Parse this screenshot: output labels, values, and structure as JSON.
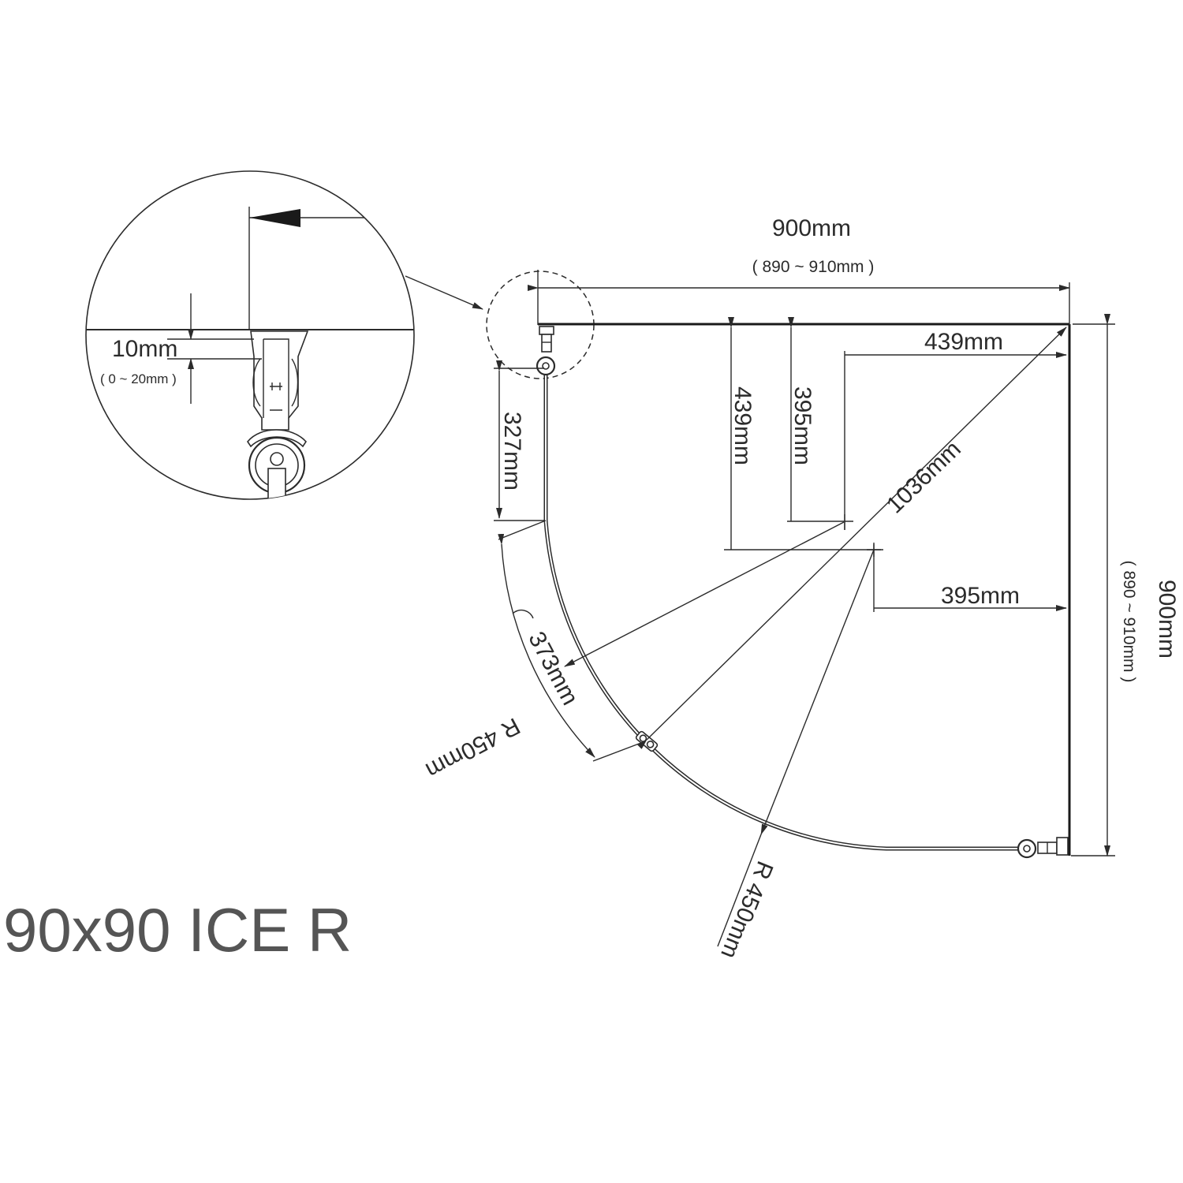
{
  "title": "90x90 ICE R",
  "dimensions": {
    "top_width": "900mm",
    "top_width_range": "( 890 ~ 910mm )",
    "right_height": "900mm",
    "right_height_range": "( 890 ~ 910mm )",
    "inner_horizontal_top": "439mm",
    "inner_vertical_left": "439mm",
    "inner_vertical_right": "395mm",
    "inner_horizontal_bottom": "395mm",
    "diagonal": "1036mm",
    "side_panel": "327mm",
    "arc_length": "373mm",
    "radius_left": "R 450mm",
    "radius_bottom": "R 450mm"
  },
  "detail": {
    "gap": "10mm",
    "gap_range": "( 0 ~ 20mm )"
  }
}
